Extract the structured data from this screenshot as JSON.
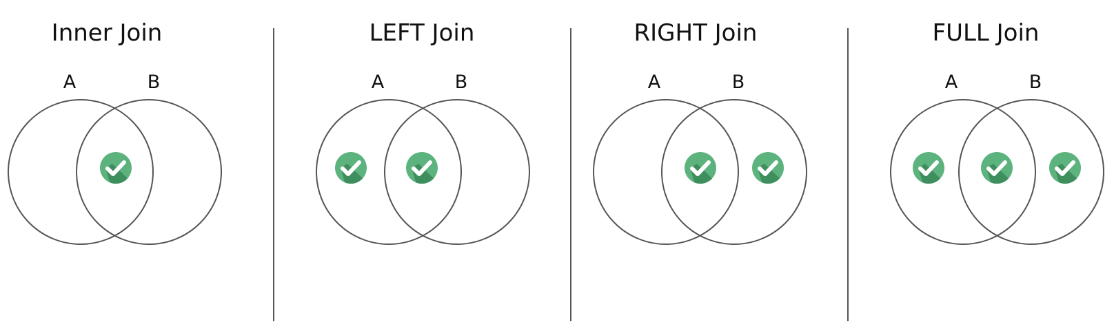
{
  "set_labels": {
    "a": "A",
    "b": "B"
  },
  "colors": {
    "check_light": "#5db37e",
    "check_dark": "#3f8e5e",
    "check_mark": "#ffffff",
    "outline": "#555555",
    "text": "#111111"
  },
  "icons": {
    "included_marker": "check-circle-icon"
  },
  "joins": [
    {
      "id": "inner",
      "title": "Inner Join",
      "included_regions": [
        "intersection"
      ]
    },
    {
      "id": "left",
      "title": "LEFT Join",
      "included_regions": [
        "left_only",
        "intersection"
      ]
    },
    {
      "id": "right",
      "title": "RIGHT Join",
      "included_regions": [
        "intersection",
        "right_only"
      ]
    },
    {
      "id": "full",
      "title": "FULL Join",
      "included_regions": [
        "left_only",
        "intersection",
        "right_only"
      ]
    }
  ]
}
